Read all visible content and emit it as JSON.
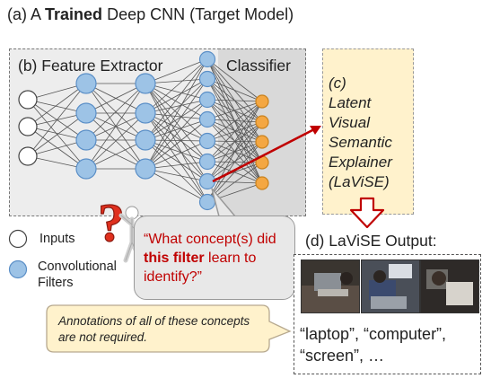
{
  "title": {
    "prefix": "(a) A ",
    "bold": "Trained",
    "suffix": " Deep CNN (Target Model)"
  },
  "feature_extractor": {
    "label": "(b) Feature Extractor"
  },
  "classifier": {
    "label": "Classifier"
  },
  "explainer": {
    "lines": [
      "(c)",
      "Latent",
      "Visual",
      "Semantic",
      "Explainer",
      "(LaViSE)"
    ]
  },
  "legend": {
    "inputs": "Inputs",
    "conv_line1": "Convolutional",
    "conv_line2": "Filters"
  },
  "question": {
    "part1": "“What concept(s) did ",
    "bold": "this filter",
    "part2": " learn to identify?”"
  },
  "output": {
    "label": "(d) LaViSE Output:",
    "words": "“laptop”, “computer”, “screen”, …"
  },
  "note": {
    "text": "Annotations of all of these concepts are not required."
  },
  "colors": {
    "conv_fill": "#9dc3e6",
    "conv_stroke": "#5b8fc7",
    "class_fill": "#f4a742",
    "arrow": "#c00000",
    "explainer_fill": "#fff2cc",
    "bubble": "#e8e8e8",
    "note_fill": "#fff2cc"
  }
}
